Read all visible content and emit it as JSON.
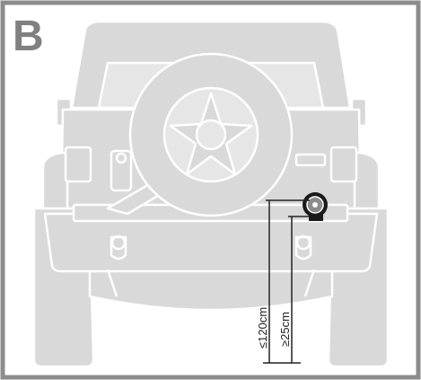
{
  "panel": {
    "letter": "B"
  },
  "dimensions": {
    "mount_height_label": "≤120cm",
    "ground_clearance_label": "≥25cm"
  },
  "colors": {
    "border": "#8c8c8c",
    "vehicle_fill": "#d9d9d9",
    "vehicle_stroke": "#ffffff",
    "letter": "#808080",
    "dimension_line": "#222222",
    "lamp": "#1a1a1a"
  },
  "icons": {
    "lamp": "work-lamp-icon",
    "vehicle": "jeep-rear-view"
  }
}
